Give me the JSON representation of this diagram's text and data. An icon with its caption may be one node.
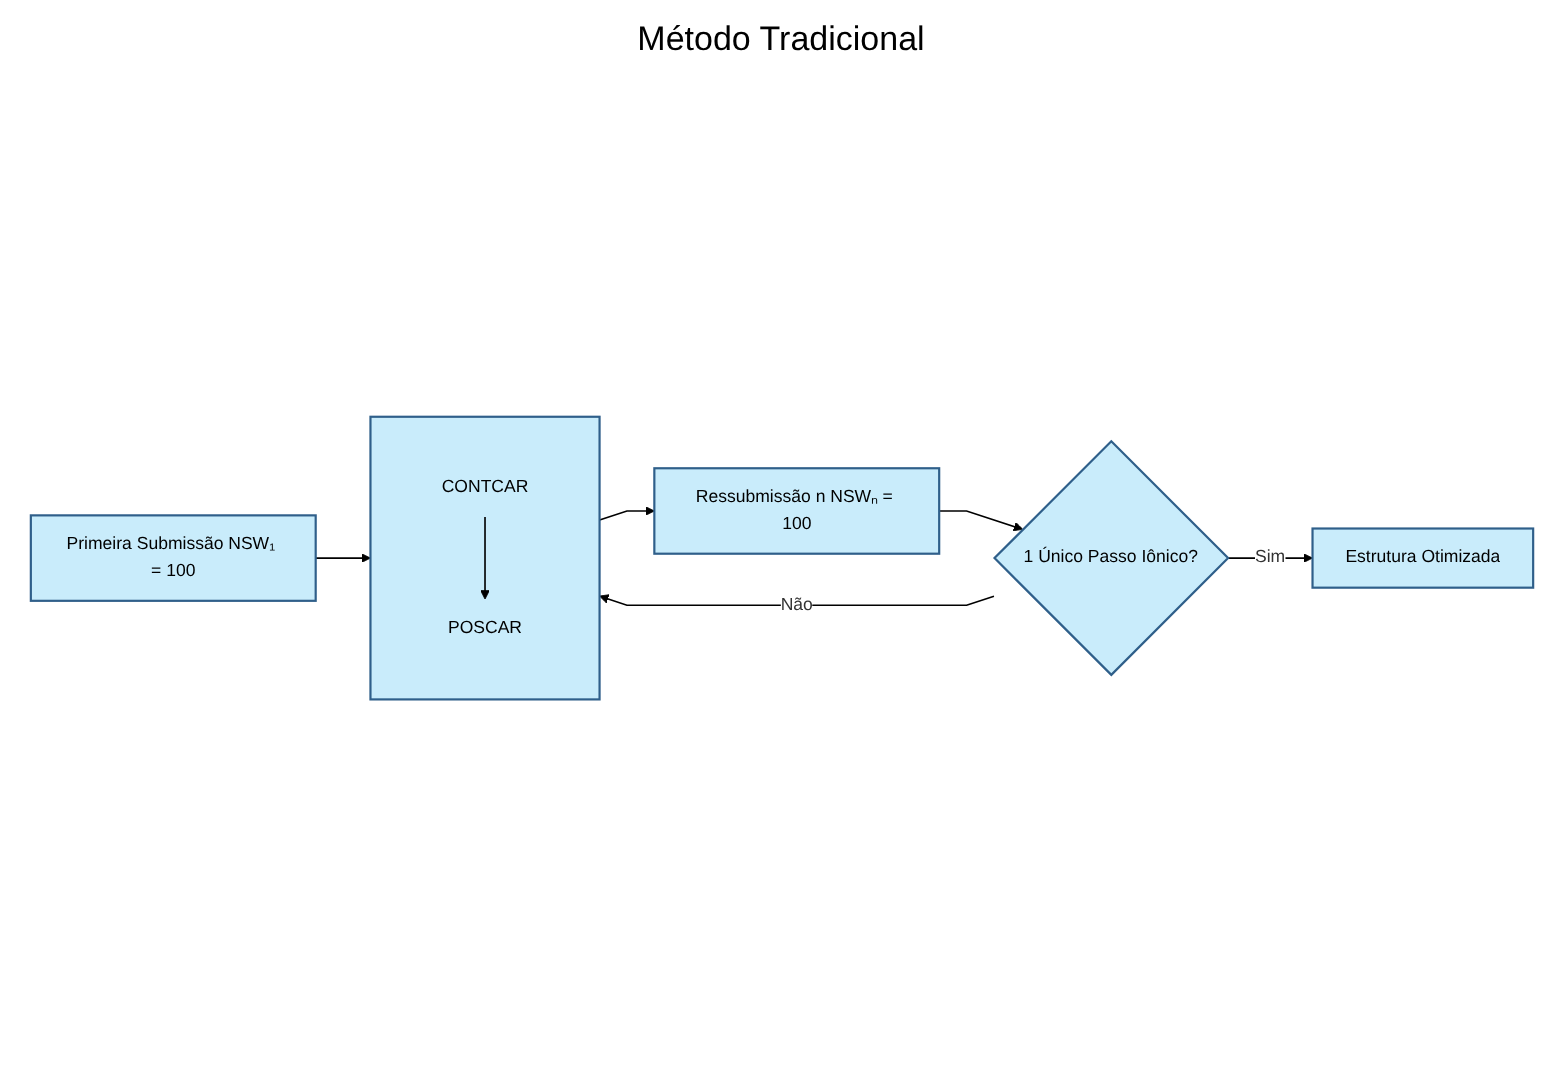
{
  "diagram": {
    "title": "Método Tradicional",
    "nodes": [
      {
        "text": [
          "Primeira Submissão NSW₁ = 100"
        ]
      },
      {
        "text": [],
        "shape": "box"
      },
      {
        "text": [
          "CONTCAR"
        ],
        "in": 1
      },
      {
        "text": [
          "POSCAR"
        ],
        "in": 1
      },
      {
        "text": [
          "Ressubmissão n NSWₙ = 100"
        ]
      },
      {
        "text": [
          "1 Único Passo Iônico?"
        ]
      },
      {
        "text": [
          "Estrutura Otimizada"
        ]
      }
    ],
    "edges": [
      {
        "from": 0,
        "to": 1,
        "arrow": "to"
      },
      {
        "from": 2,
        "to": 3,
        "arrow": "to"
      },
      {
        "from": 1,
        "to": 4,
        "arrow": "to"
      },
      {
        "from": 4,
        "to": 5,
        "arrow": "to"
      },
      {
        "from": 5,
        "to": 1,
        "label": "Não",
        "arrow": "to"
      },
      {
        "from": 5,
        "to": 6,
        "label": "Sim",
        "arrow": "to"
      }
    ]
  }
}
